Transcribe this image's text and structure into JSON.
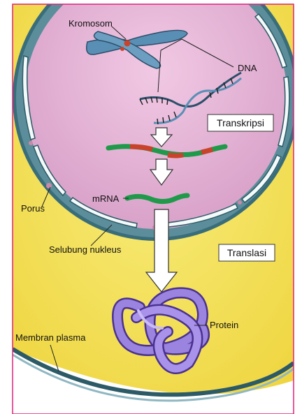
{
  "labels": {
    "chromosome": "Kromosom",
    "dna": "DNA",
    "transcription": "Transkripsi",
    "mrna": "mRNA",
    "pore": "Porus",
    "nuclear_envelope": "Selubung nukleus",
    "translation": "Translasi",
    "protein": "Protein",
    "plasma_membrane": "Membran plasma"
  },
  "colors": {
    "frame": "#e0207a",
    "cytoplasm": "#f4e04e",
    "nucleoplasm": "#e6b3d6",
    "envelope": "#3a6d7a",
    "mrna": "#1f9a4a",
    "mrna_alt": "#c8432a",
    "protein": "#8a6ccf",
    "chromosome": "#5a8fb5"
  }
}
